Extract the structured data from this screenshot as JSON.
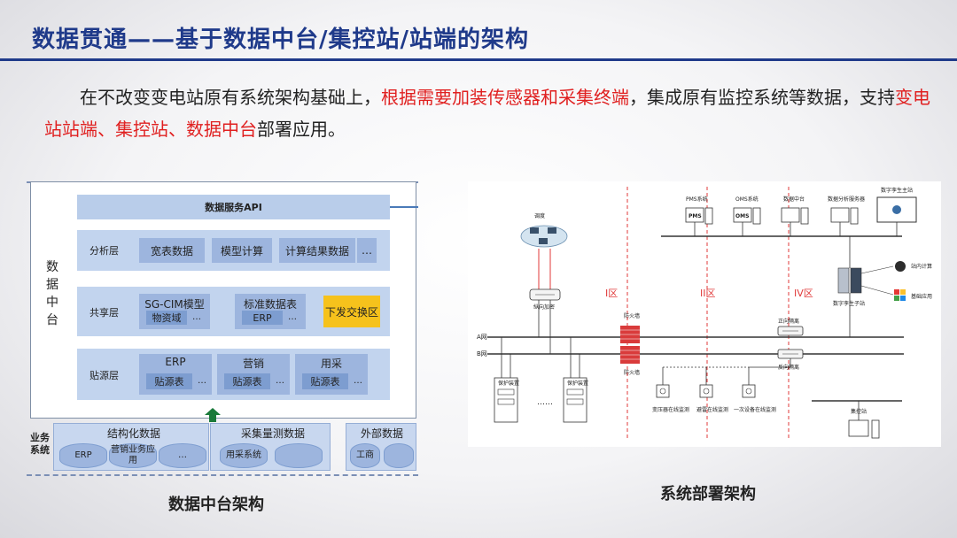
{
  "title": "数据贯通——基于数据中台/集控站/站端的架构",
  "intro": {
    "part1": "在不改变变电站原有系统架构基础上，",
    "red1": "根据需要加装传感器和采集终端",
    "part2": "，集成原有监控系统等数据，支持",
    "red2": "变电站站端、集控站、数据中台",
    "part3": "部署应用。"
  },
  "left_arch": {
    "side_label": "数据中台",
    "api": "数据服务API",
    "analysis": {
      "label": "分析层",
      "boxes": [
        "宽表数据",
        "模型计算",
        "计算结果数据"
      ],
      "dots": "…"
    },
    "shared": {
      "label": "共享层",
      "sgcim": {
        "title": "SG-CIM模型",
        "sub": "物资域",
        "dots": "…"
      },
      "std": {
        "title": "标准数据表",
        "sub": "ERP",
        "dots": "…"
      },
      "exchange": "下发交换区"
    },
    "source": {
      "label": "贴源层",
      "groups": [
        {
          "title": "ERP",
          "tag": "贴源表",
          "dots": "…"
        },
        {
          "title": "营销",
          "tag": "贴源表",
          "dots": "…"
        },
        {
          "title": "用采",
          "tag": "贴源表",
          "dots": "…"
        }
      ]
    },
    "business": {
      "label": "业务系统",
      "structured": {
        "title": "结构化数据",
        "items": [
          "ERP",
          "营销业务应用",
          "…"
        ]
      },
      "measure": {
        "title": "采集量测数据",
        "items": [
          "用采系统",
          ""
        ]
      },
      "external": {
        "title": "外部数据",
        "items": [
          "工商",
          ""
        ]
      }
    },
    "caption": "数据中台架构"
  },
  "right_diag": {
    "caption": "系统部署架构",
    "dispatch": "调度",
    "vertical_encrypt": "纵向加密",
    "zones": [
      "I区",
      "II区",
      "IV区"
    ],
    "net_a": "A网",
    "net_b": "B网",
    "firewall": "防火墙",
    "firewall2": "防火墙",
    "forward_isolation": "正向隔离",
    "reverse_isolation": "反向隔离",
    "top_systems": [
      "PMS系统",
      "OMS系统",
      "数据中台",
      "数据分析服务器",
      "数字孪生主站"
    ],
    "pms_logo": "PMS",
    "oms_logo": "OMS",
    "twin_sub": "数字孪生子站",
    "site_calc": "站内计算",
    "basic_app": "基础应用",
    "protect_dev": "保护装置",
    "protect_dev2": "保护装置",
    "dots": "……",
    "onlines": [
      "变压器在线监测",
      "避雷在线监测",
      "一次设备在线监测"
    ],
    "control_station": "集控站",
    "colors": {
      "red": "#e03a3a",
      "line": "#333333"
    }
  }
}
